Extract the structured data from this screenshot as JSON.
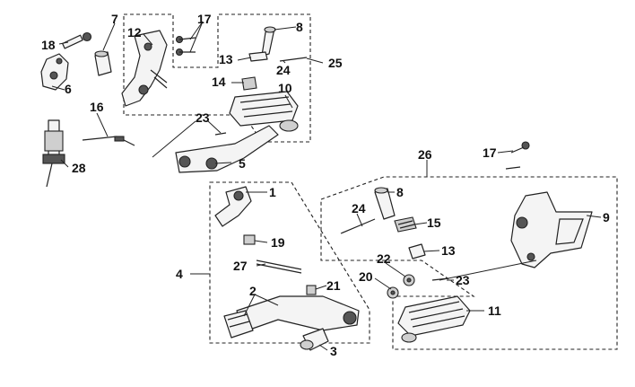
{
  "diagram": {
    "callouts": [
      "1",
      "2",
      "3",
      "4",
      "5",
      "6",
      "7",
      "8",
      "9",
      "10",
      "11",
      "12",
      "13",
      "14",
      "15",
      "16",
      "17",
      "18",
      "19",
      "20",
      "21",
      "22",
      "23",
      "24",
      "25",
      "26",
      "27",
      "28"
    ],
    "second_set": {
      "n8": "8",
      "n13": "13",
      "n17": "17",
      "n23": "23",
      "n24": "24"
    }
  }
}
